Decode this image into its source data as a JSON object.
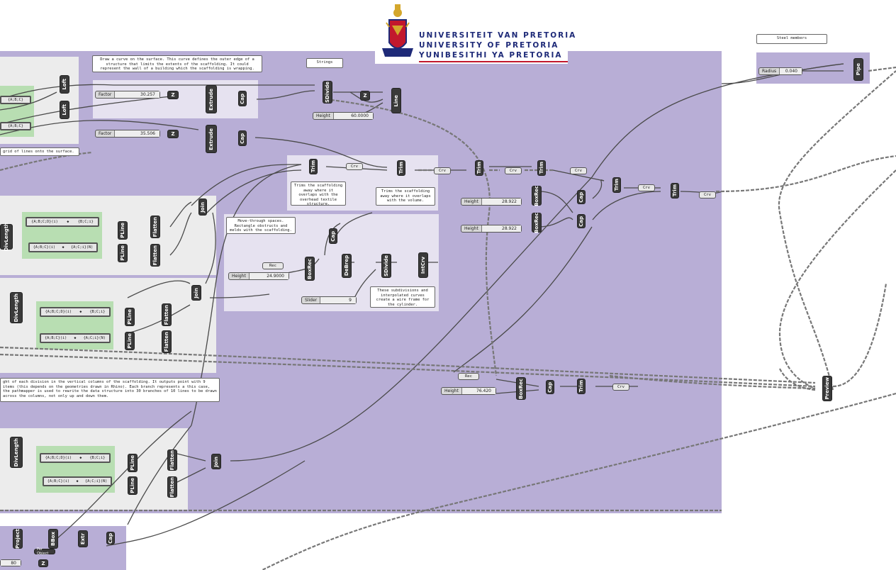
{
  "logo": {
    "lines": [
      "UNIVERSITEIT VAN PRETORIA",
      "UNIVERSITY OF PRETORIA",
      "YUNIBESITHI YA PRETORIA"
    ],
    "text_color": "#1e2a78",
    "rule_color": "#c2182d"
  },
  "colors": {
    "main_group": "#b8aed6",
    "inner_group": "#ececec",
    "light_group": "#e6e2f0",
    "green_group": "#b8deb2",
    "component": "#3a3a3a",
    "wire": "#4a4a4a"
  },
  "notes": {
    "curve_note": "Draw a curve on the surface. This curve defines the outer edge of a structure that limits the extents of the scaffolding. It could represent the wall of a building which the scaffolding is wrapping.",
    "strings": "Strings",
    "steel_members": "Steel members",
    "grid_note": "grid of lines onto the surface.",
    "trim_textile": "Trims the scaffolding away where it overlaps with the overhead textile structure.",
    "trim_volume": "Trims the scaffolding away where it overlaps with the volume.",
    "move_through": "Move-through spaces. Rectangle obstructs and melds with the scaffolding.",
    "subdivisions": "These subdivisions and interpolated curves create a wire frame for the cylinder.",
    "height_note": "ght of each division in the vertical columns of the scaffolding. It outputs point with 9 items (this depends on the geometries drawn in Rhino). Each branch represents a this case, the pathmapper is used to rewrite the data structure into 30 branches of 10 lines to be drawn across the columns, not only up and down them."
  },
  "sliders": [
    {
      "label": "Factor",
      "value": "30.257"
    },
    {
      "label": "Factor",
      "value": "35.506"
    },
    {
      "label": "Height",
      "value": "60.0000"
    },
    {
      "label": "Height",
      "value": "28.922"
    },
    {
      "label": "Height",
      "value": "28.922"
    },
    {
      "label": "Height",
      "value": "24.9000"
    },
    {
      "label": "Slider",
      "value": "9"
    },
    {
      "label": "Height",
      "value": "76.420"
    },
    {
      "label": "Radius",
      "value": "0.040"
    },
    {
      "label": "",
      "value": "80"
    }
  ],
  "components": {
    "loft": "Loft",
    "extrude": "Extrude",
    "cap": "Cap",
    "z": "Z",
    "sdivide": "SDivide",
    "line": "Line",
    "trim": "Trim",
    "join": "Join",
    "pline": "PLine",
    "flatten": "Flatten",
    "divlength": "DivLength",
    "boxrec": "BoxRec",
    "debrep": "DeBrep",
    "intcrv": "IntCrv",
    "pipe": "Pipe",
    "preview": "Preview",
    "project": "Project",
    "bbox": "BBox",
    "extr": "Extr"
  },
  "tags": {
    "crv": "Crv",
    "rec": "Rec",
    "per_object": "Per Object"
  },
  "pathmaps": {
    "a1": "{A;B;C;D}(i)",
    "a2": "{B;C;i}",
    "b1": "{A;B;C}(i)",
    "b2": "{A;C;i}(N)",
    "c1": "{A;B;C;D}(i)",
    "c2": "{B;C;i}",
    "d1": "{A;B;C}(i)",
    "d2": "{A;C;i}(N)",
    "e1": "{A;B;C;D}(i)",
    "e2": "{B;C;i}",
    "f1": "{A;B;C}(i)",
    "f2": "{A;C;i}(N)",
    "g1": "{A;B;C}",
    "g2": "{A;B;C}"
  }
}
